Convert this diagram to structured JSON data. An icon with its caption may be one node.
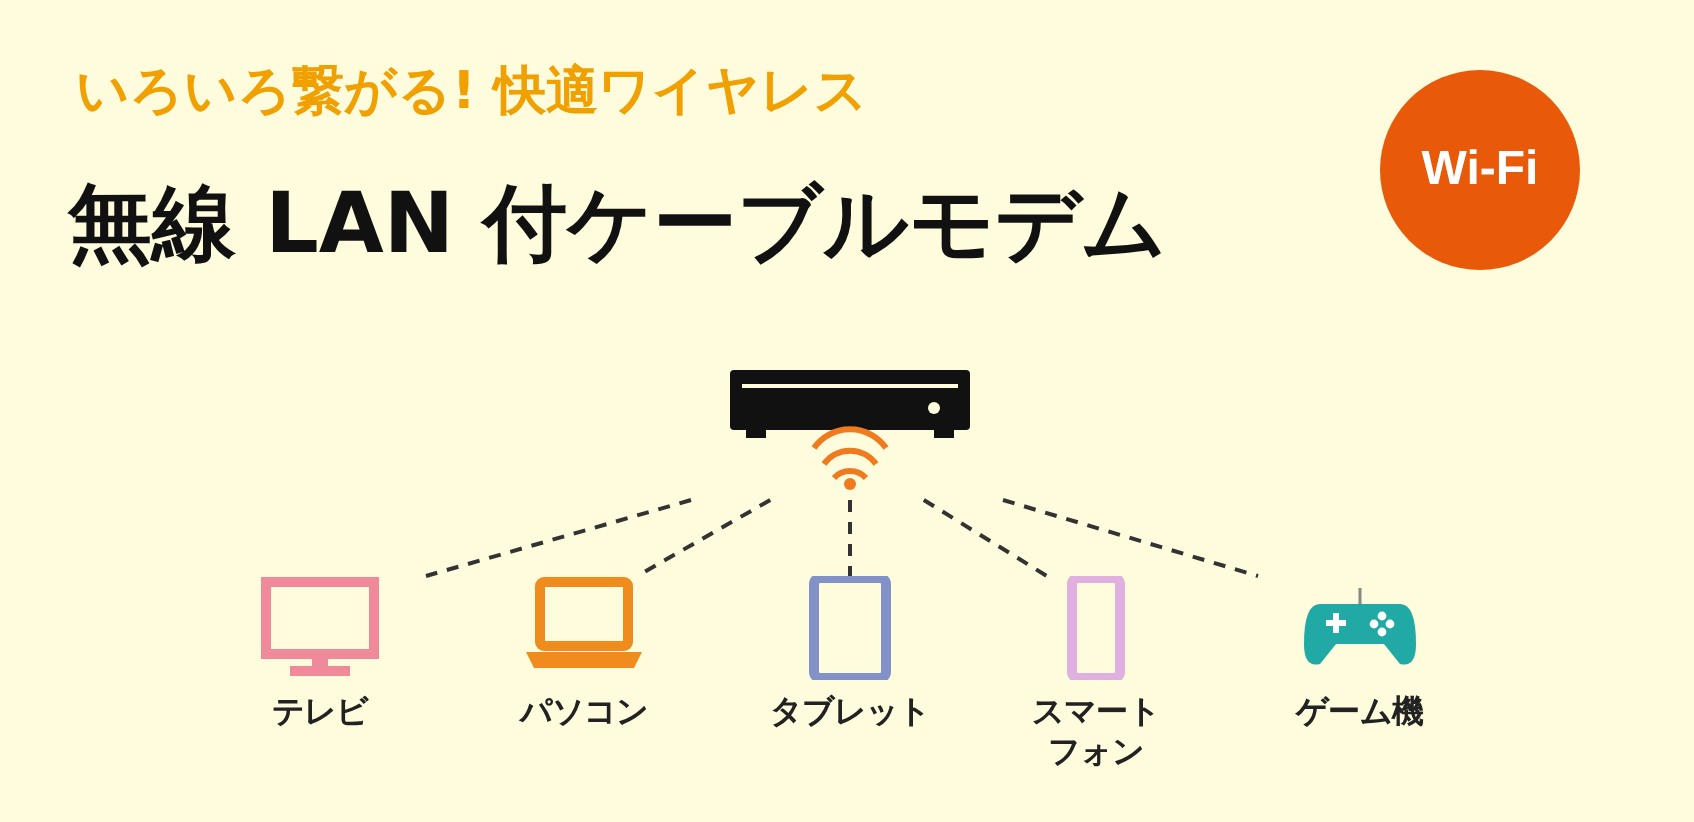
{
  "diagram": {
    "title": "無線 LAN 付ケーブルモデム",
    "nodes": [
      {
        "text": [],
        "shape": "picture"
      },
      {
        "text": [
          "テレビ"
        ]
      },
      {
        "text": [
          "パソコン"
        ]
      },
      {
        "text": [
          "タブレット"
        ]
      },
      {
        "text": [
          "スマートフォン"
        ]
      },
      {
        "text": [
          "ゲーム機"
        ]
      },
      {
        "text": [
          "Wi-Fi"
        ]
      }
    ],
    "edges": [
      {
        "from": 0,
        "to": 1,
        "arrow": "none",
        "style": "dashed"
      },
      {
        "from": 0,
        "to": 2,
        "arrow": "none",
        "style": "dashed"
      },
      {
        "from": 0,
        "to": 3,
        "arrow": "none",
        "style": "dashed"
      },
      {
        "from": 0,
        "to": 4,
        "arrow": "none",
        "style": "dashed"
      },
      {
        "from": 0,
        "to": 5,
        "arrow": "none",
        "style": "dashed"
      }
    ],
    "labels": [
      "いろいろ繋がる! 快適ワイヤレス"
    ]
  }
}
